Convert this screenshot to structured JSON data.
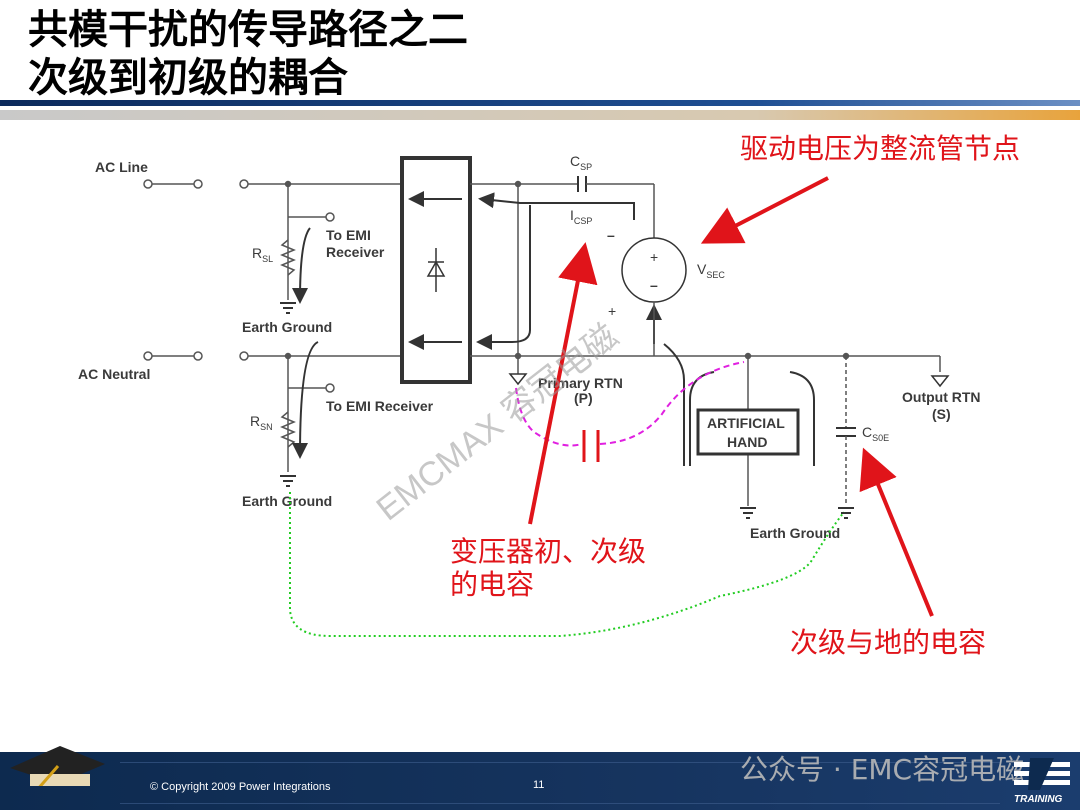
{
  "title": {
    "line1": "共模干扰的传导路径之二",
    "line2": "次级到初级的耦合"
  },
  "callouts": {
    "drive_voltage": "驱动电压为整流管节点",
    "transformer_cap_line1": "变压器初、次级",
    "transformer_cap_line2": "的电容",
    "secondary_ground_cap": "次级与地的电容"
  },
  "circuit": {
    "ac_line": "AC Line",
    "ac_neutral": "AC Neutral",
    "rsl": "R",
    "rsl_sub": "SL",
    "rsn": "R",
    "rsn_sub": "SN",
    "to_emi_receiver_1a": "To EMI",
    "to_emi_receiver_1b": "Receiver",
    "to_emi_receiver_2": "To EMI Receiver",
    "earth_ground_1": "Earth Ground",
    "earth_ground_2": "Earth Ground",
    "earth_ground_3": "Earth Ground",
    "csp": "C",
    "csp_sub": "SP",
    "icsp": "I",
    "icsp_sub": "CSP",
    "vsec": "V",
    "vsec_sub": "SEC",
    "primary_rtn_1": "Primary RTN",
    "primary_rtn_2": "(P)",
    "output_rtn_1": "Output RTN",
    "output_rtn_2": "(S)",
    "artificial_1": "ARTIFICIAL",
    "artificial_2": "HAND",
    "cs0e": "C",
    "cs0e_sub": "S0E",
    "plus": "+",
    "minus": "–"
  },
  "watermark": {
    "diagonal_text": "EMCMAX 容冠电磁"
  },
  "footer": {
    "copyright": "© Copyright 2009 Power Integrations",
    "page": "11",
    "wechat": "公众号 · EMC容冠电磁",
    "training": "TRAINING"
  },
  "colors": {
    "callout_red": "#e0141a",
    "magenta_path": "#e020e0",
    "green_path": "#22cc22",
    "footer_navy": "#0d2a4f"
  }
}
